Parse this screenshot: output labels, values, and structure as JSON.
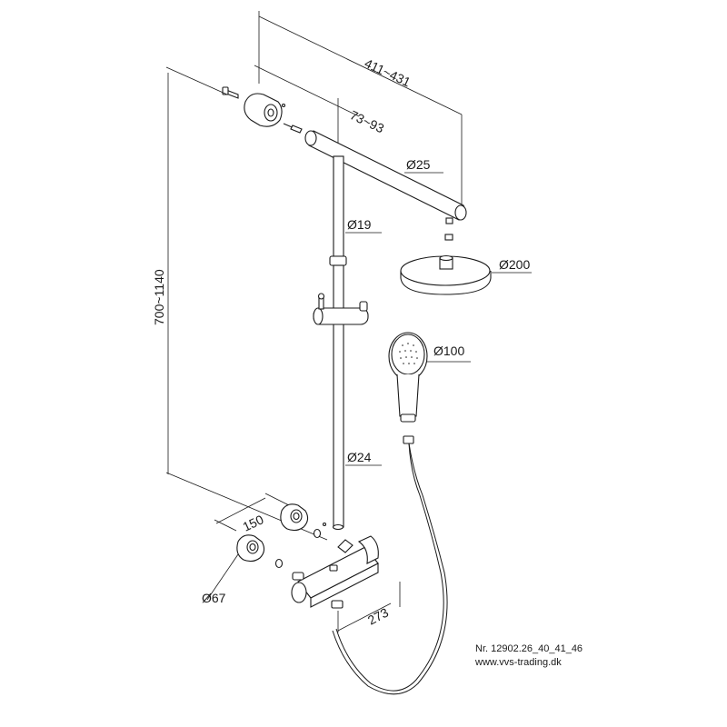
{
  "dimensions": {
    "bar_width": "411~431",
    "arm_offset": "73~93",
    "arm_diameter": "Ø25",
    "upper_rail_diameter": "Ø19",
    "head_shower_diameter": "Ø200",
    "hand_shower_diameter": "Ø100",
    "height": "700~1140",
    "lower_rail_diameter": "Ø24",
    "connection_spacing": "150",
    "rosette_diameter": "Ø67",
    "mixer_length": "273"
  },
  "footer": {
    "product_number": "Nr. 12902.26_40_41_46",
    "website": "www.vvs-trading.dk"
  }
}
